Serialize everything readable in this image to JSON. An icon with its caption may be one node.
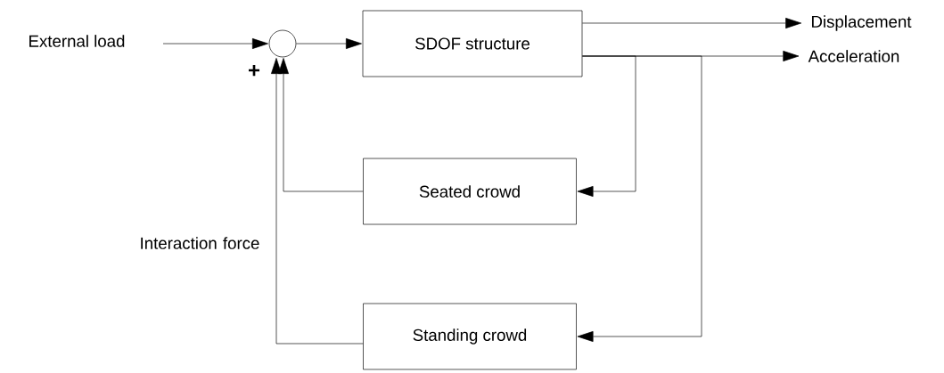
{
  "diagram": {
    "nodes": [
      {
        "text": [
          "External load"
        ]
      },
      {
        "text": [],
        "shape": "circle"
      },
      {
        "text": [
          "SDOF structure"
        ]
      },
      {
        "text": [
          "Displacement"
        ]
      },
      {
        "text": [
          "Acceleration"
        ]
      },
      {
        "text": [
          "Seated crowd"
        ]
      },
      {
        "text": [
          "Standing crowd"
        ]
      }
    ],
    "edges": [
      {
        "from": 0,
        "to": 1,
        "arrow": "to"
      },
      {
        "from": 1,
        "to": 2,
        "arrow": "to"
      },
      {
        "from": 2,
        "to": 3,
        "arrow": "to"
      },
      {
        "from": 2,
        "to": 4,
        "arrow": "to"
      },
      {
        "from": 2,
        "to": 5,
        "arrow": "to"
      },
      {
        "from": 2,
        "to": 6,
        "arrow": "to"
      },
      {
        "from": 5,
        "to": 1,
        "arrow": "to"
      },
      {
        "from": 6,
        "to": 1,
        "arrow": "to"
      }
    ],
    "labels": [
      "+",
      "Interaction force"
    ]
  }
}
